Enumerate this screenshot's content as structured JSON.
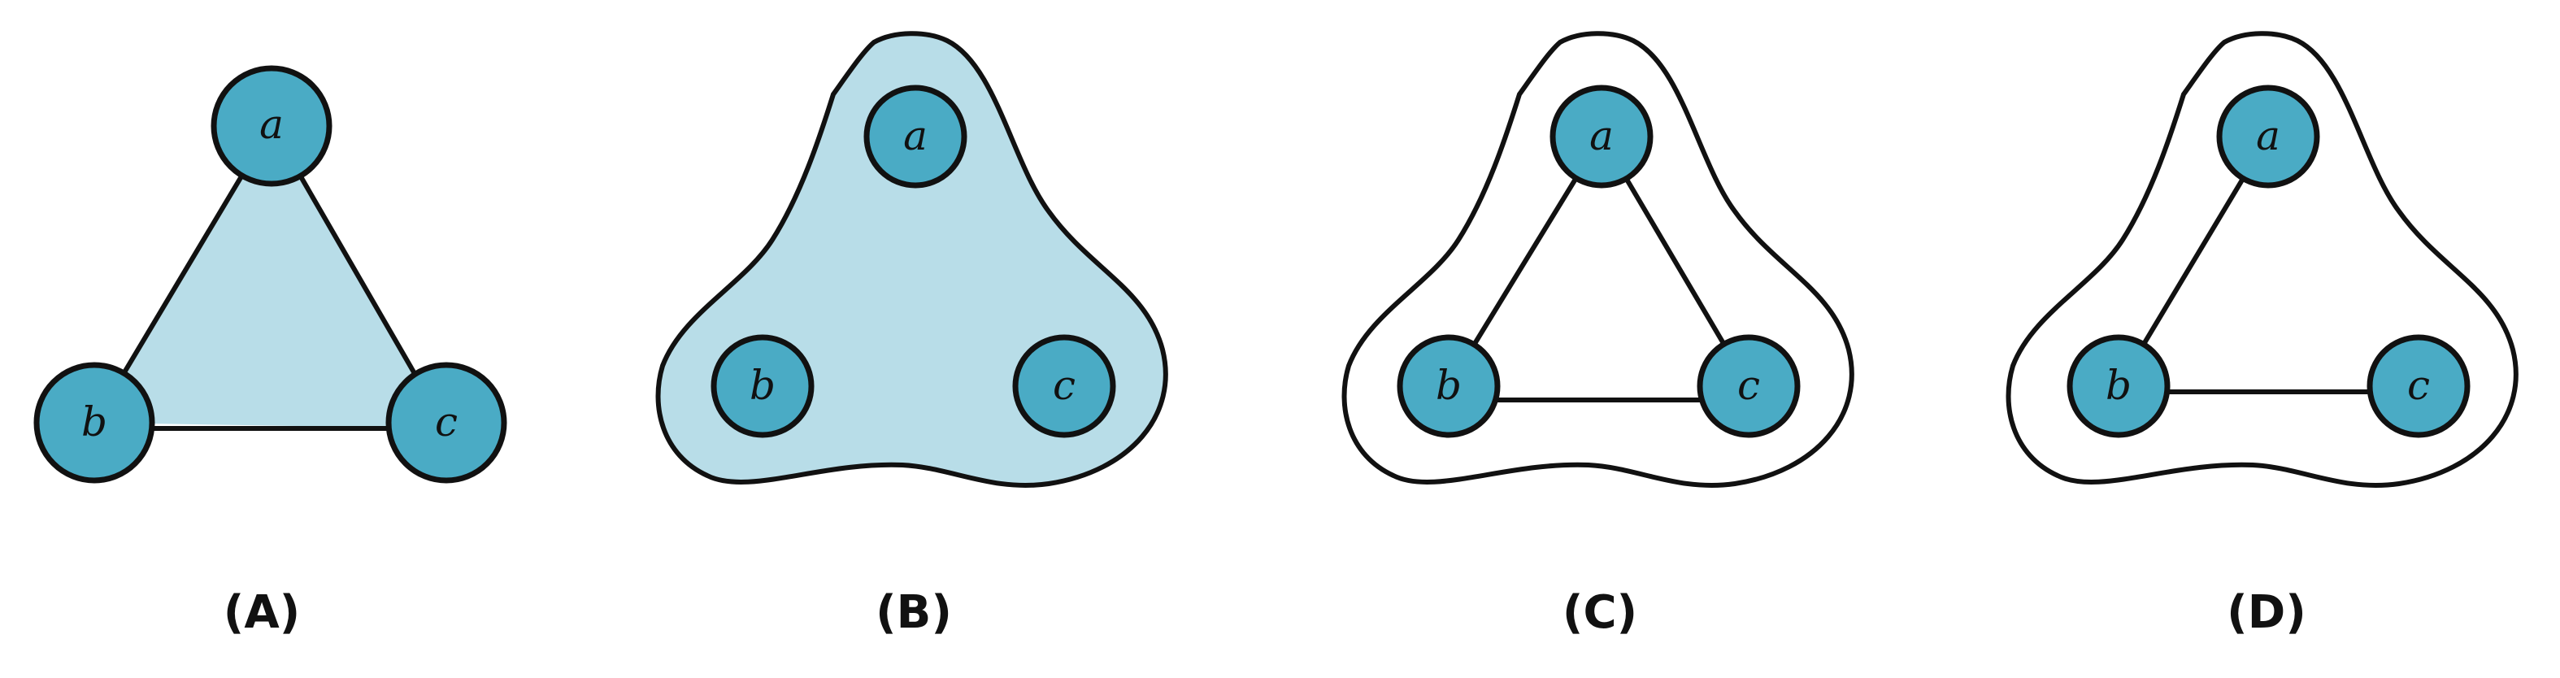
{
  "colors": {
    "node_fill": "#4aabc5",
    "region_fill": "#b8dde8",
    "stroke": "#111111",
    "background": "#ffffff"
  },
  "panels": [
    {
      "caption": "(A)",
      "style": "filled-triangle",
      "nodes": {
        "a": "a",
        "b": "b",
        "c": "c"
      },
      "edges": [
        "a-b",
        "a-c",
        "b-c"
      ]
    },
    {
      "caption": "(B)",
      "style": "filled-blob",
      "nodes": {
        "a": "a",
        "b": "b",
        "c": "c"
      },
      "edges": []
    },
    {
      "caption": "(C)",
      "style": "outlined-blob",
      "nodes": {
        "a": "a",
        "b": "b",
        "c": "c"
      },
      "edges": [
        "a-b",
        "a-c",
        "b-c"
      ]
    },
    {
      "caption": "(D)",
      "style": "outlined-blob",
      "nodes": {
        "a": "a",
        "b": "b",
        "c": "c"
      },
      "edges": [
        "a-b",
        "b-c"
      ]
    }
  ]
}
